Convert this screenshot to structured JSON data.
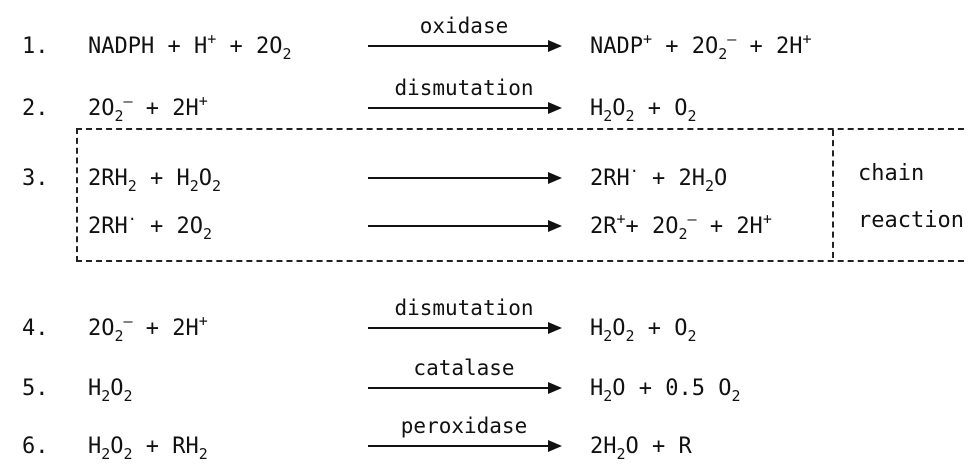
{
  "equations": [
    {
      "num": "1.",
      "lhs": [
        "NADPH + H",
        {
          "sup": "+"
        },
        " + 2O",
        {
          "sub": "2"
        }
      ],
      "label": "oxidase",
      "rhs": [
        "NADP",
        {
          "sup": "+"
        },
        " + 2O",
        {
          "sub": "2"
        },
        {
          "sup": "–"
        },
        " + 2H",
        {
          "sup": "+"
        }
      ]
    },
    {
      "num": "2.",
      "lhs": [
        "2O",
        {
          "sub": "2"
        },
        {
          "sup": "–"
        },
        " + 2H",
        {
          "sup": "+"
        }
      ],
      "label": "dismutation",
      "rhs": [
        "H",
        {
          "sub": "2"
        },
        "O",
        {
          "sub": "2"
        },
        " + O",
        {
          "sub": "2"
        }
      ]
    },
    {
      "num": "3.",
      "lhs": [
        "2RH",
        {
          "sub": "2"
        },
        " + H",
        {
          "sub": "2"
        },
        "O",
        {
          "sub": "2"
        }
      ],
      "label": "",
      "rhs": [
        "2RH",
        {
          "sup": "·"
        },
        " + 2H",
        {
          "sub": "2"
        },
        "O"
      ]
    },
    {
      "num": "",
      "lhs": [
        "2RH",
        {
          "sup": "·"
        },
        " + 2O",
        {
          "sub": "2"
        }
      ],
      "label": "",
      "rhs": [
        "2R",
        {
          "sup": "+"
        },
        "+ 2O",
        {
          "sub": "2"
        },
        {
          "sup": "–"
        },
        " + 2H",
        {
          "sup": "+"
        }
      ]
    },
    {
      "num": "4.",
      "lhs": [
        "2O",
        {
          "sub": "2"
        },
        {
          "sup": "–"
        },
        " + 2H",
        {
          "sup": "+"
        }
      ],
      "label": "dismutation",
      "rhs": [
        "H",
        {
          "sub": "2"
        },
        "O",
        {
          "sub": "2"
        },
        " + O",
        {
          "sub": "2"
        }
      ]
    },
    {
      "num": "5.",
      "lhs": [
        "H",
        {
          "sub": "2"
        },
        "O",
        {
          "sub": "2"
        }
      ],
      "label": "catalase",
      "rhs": [
        "H",
        {
          "sub": "2"
        },
        "O + 0.5 O",
        {
          "sub": "2"
        }
      ]
    },
    {
      "num": "6.",
      "lhs": [
        "H",
        {
          "sub": "2"
        },
        "O",
        {
          "sub": "2"
        },
        " + RH",
        {
          "sub": "2"
        }
      ],
      "label": "peroxidase",
      "rhs": [
        "2H",
        {
          "sub": "2"
        },
        "O + R"
      ]
    }
  ],
  "chain_box": {
    "line1": "chain",
    "line2": "reaction"
  }
}
